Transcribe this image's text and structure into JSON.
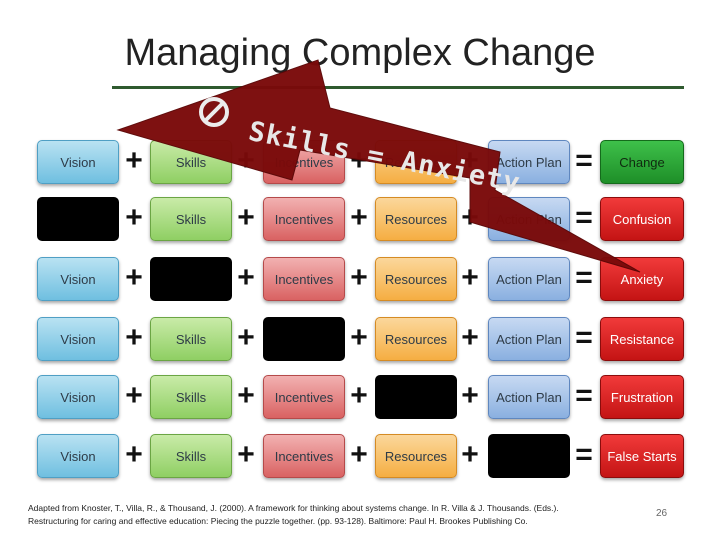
{
  "slide": {
    "title": "Managing Complex Change",
    "overlay_text": "Skills = Anxiety",
    "citation_line1": "Adapted from Knoster, T., Villa, R., & Thousand, J. (2000). A framework for thinking about systems change. In R. Villa & J. Thousands. (Eds.).",
    "citation_line2": "Restructuring for caring and effective education: Piecing the puzzle together. (pp. 93-128). Baltimore: Paul H. Brookes Publishing Co.",
    "page_number": "26"
  },
  "labels": {
    "vision": "Vision",
    "skills": "Skills",
    "incentives": "Incentives",
    "resources": "Resources",
    "action_plan": "Action Plan",
    "plus": "+",
    "equals": "="
  },
  "rows": [
    {
      "result": "Change",
      "missing": "none"
    },
    {
      "result": "Confusion",
      "missing": "vision"
    },
    {
      "result": "Anxiety",
      "missing": "skills"
    },
    {
      "result": "Resistance",
      "missing": "incentives"
    },
    {
      "result": "Frustration",
      "missing": "resources"
    },
    {
      "result": "False Starts",
      "missing": "action_plan"
    }
  ],
  "colors": {
    "arrow": "#7a0a0a",
    "change": "#2aa837",
    "negative_result": "#dd2222"
  }
}
